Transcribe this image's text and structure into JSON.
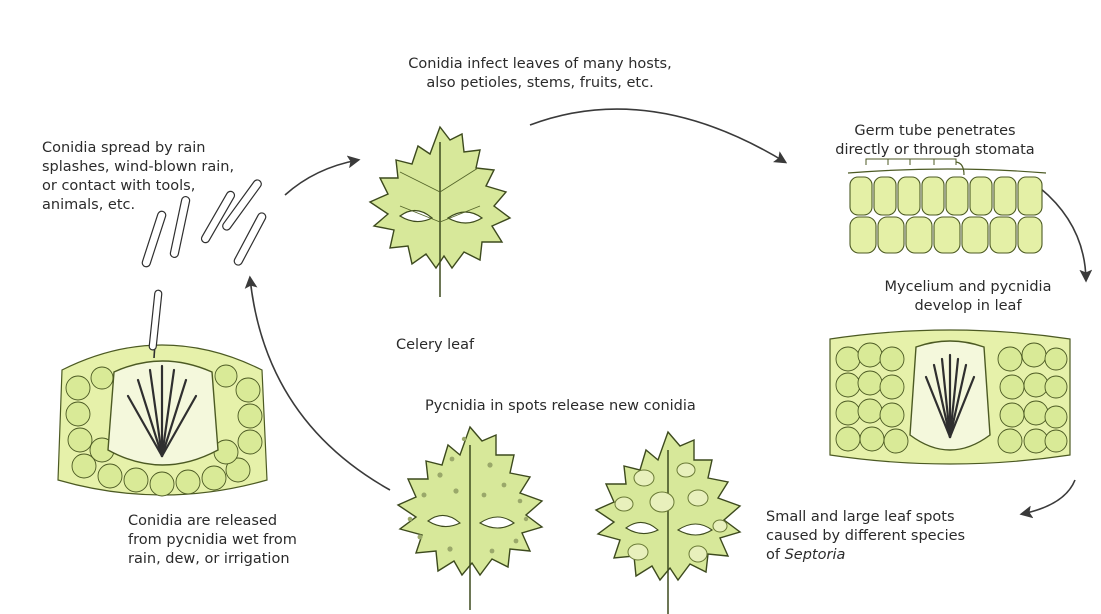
{
  "captions": {
    "infect": "Conidia infect leaves of many hosts,\nalso petioles, stems, fruits, etc.",
    "germ": "Germ tube penetrates\ndirectly or through stomata",
    "mycelium": "Mycelium and pycnidia\ndevelop in leaf",
    "spots_prefix": "Small and large leaf spots\ncaused by different species\nof ",
    "spots_genus": "Septoria",
    "release_new": "Pycnidia in spots release new conidia",
    "released": "Conidia are released\nfrom pycnidia wet from\nrain, dew, or irrigation",
    "spread": "Conidia spread by rain\nsplashes, wind-blown rain,\nor contact with tools,\nanimals, etc.",
    "celery": "Celery leaf"
  },
  "colors": {
    "leaf_fill": "#d7e89a",
    "leaf_stroke": "#3d4a1e",
    "cell_fill": "#e4f0a6",
    "cell_stroke": "#4c5a23",
    "arrow": "#3a3a3a",
    "spore": "#2f2f2f"
  }
}
